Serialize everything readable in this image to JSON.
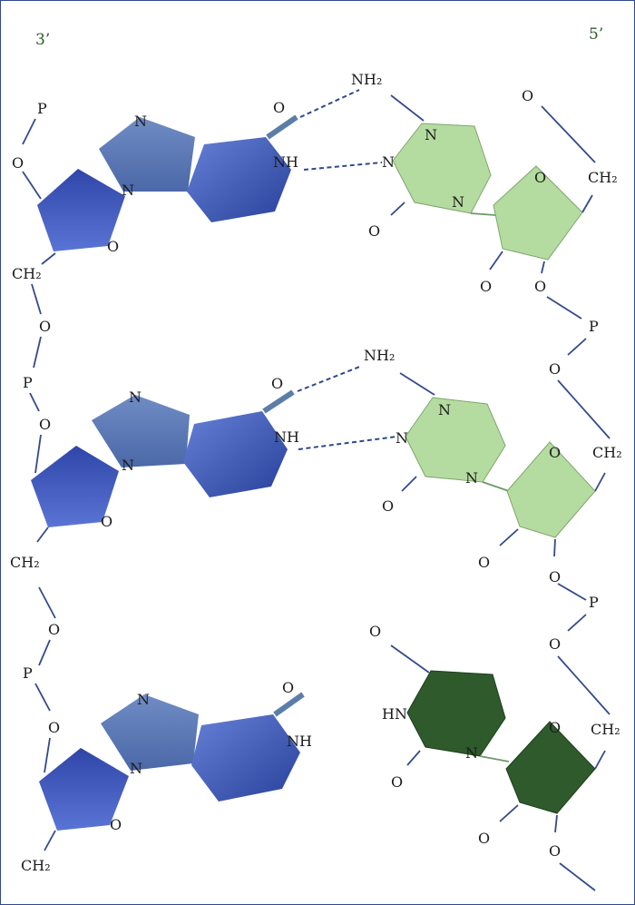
{
  "ends": {
    "left": "3’",
    "right": "5’"
  },
  "colors": {
    "sugar_left": "#3a55b5",
    "purine_five": "#5d7bb6",
    "purine_six": "#3f5fbf",
    "pyrimidine_light": "#b5dca0",
    "sugar_light": "#b5dca0",
    "pyrimidine_dark": "#2e5a2c",
    "sugar_dark": "#2e5a2c",
    "bond": "#334a8c"
  },
  "atoms": {
    "P": "P",
    "O": "O",
    "N": "N",
    "NH": "NH",
    "HN": "HN",
    "NH2": "NH₂",
    "CH2": "CH₂"
  }
}
